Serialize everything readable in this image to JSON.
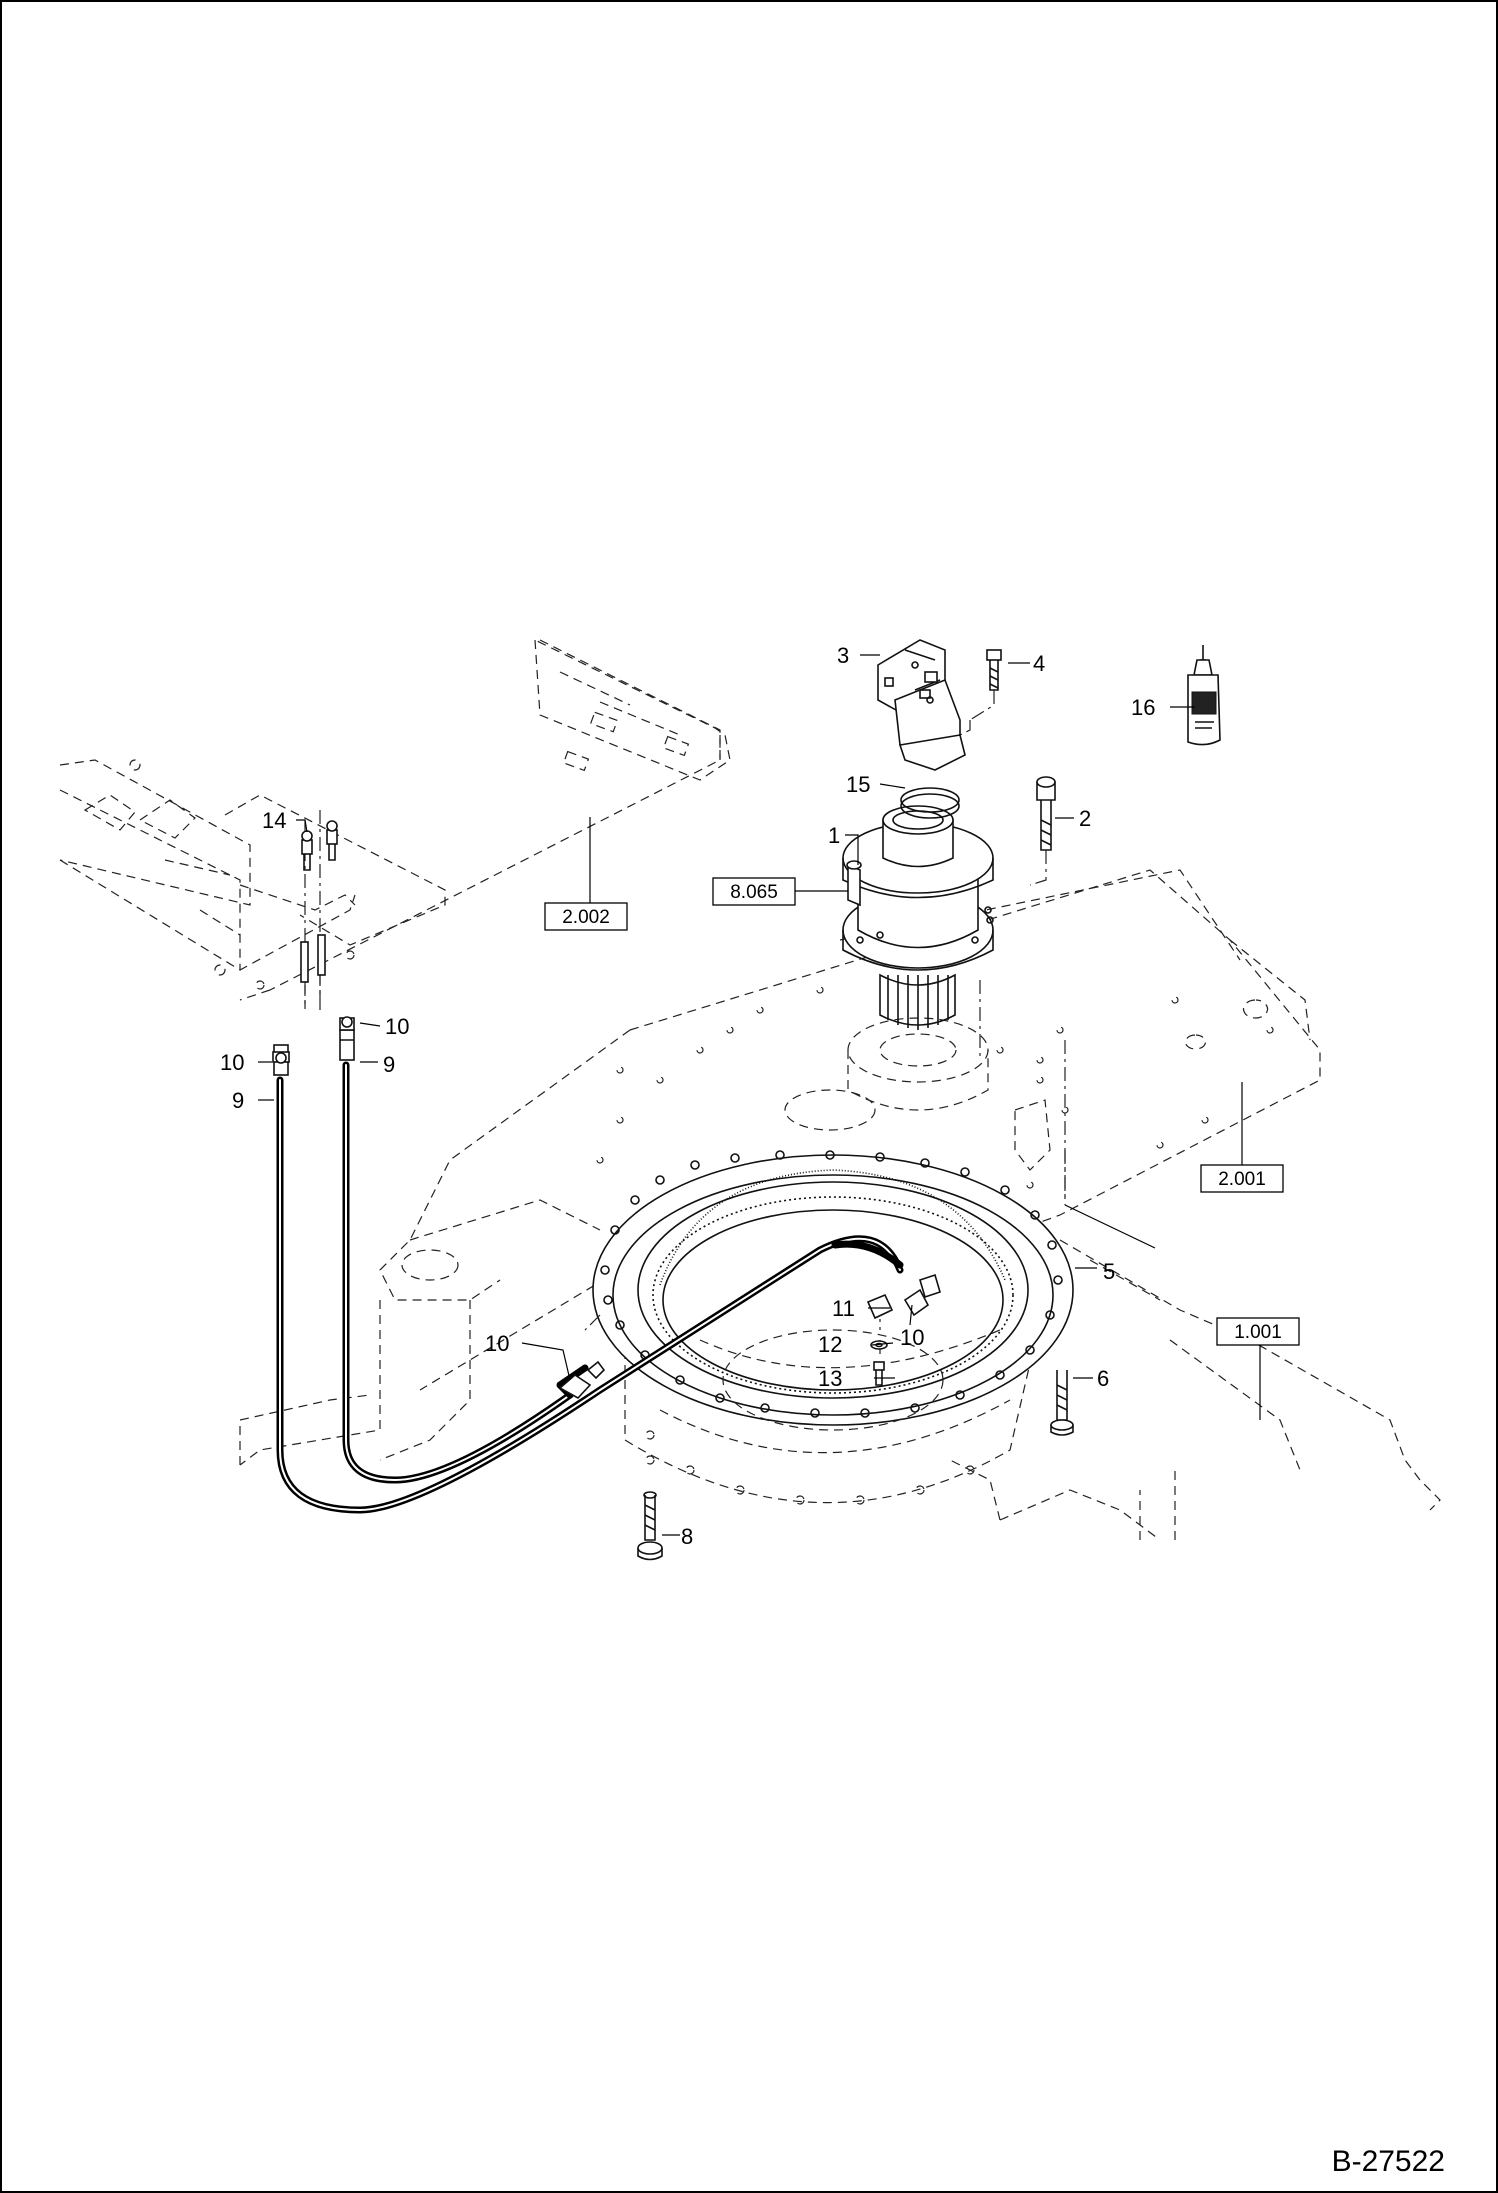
{
  "document": {
    "number": "B-27522"
  },
  "callouts": {
    "c1": "1",
    "c2": "2",
    "c3": "3",
    "c4": "4",
    "c5": "5",
    "c6": "6",
    "c8": "8",
    "c9a": "9",
    "c9b": "9",
    "c10a": "10",
    "c10b": "10",
    "c10c": "10",
    "c10d": "10",
    "c11": "11",
    "c12": "12",
    "c13": "13",
    "c14": "14",
    "c15": "15",
    "c16": "16"
  },
  "references": {
    "r8065": "8.065",
    "r2002": "2.002",
    "r2001": "2.001",
    "r1001": "1.001"
  },
  "icons": {
    "swing_motor": "swing-motor-icon",
    "gearbox": "swing-gearbox-icon",
    "slewing_ring": "slewing-ring-icon",
    "sealant_bottle": "sealant-bottle-icon"
  }
}
